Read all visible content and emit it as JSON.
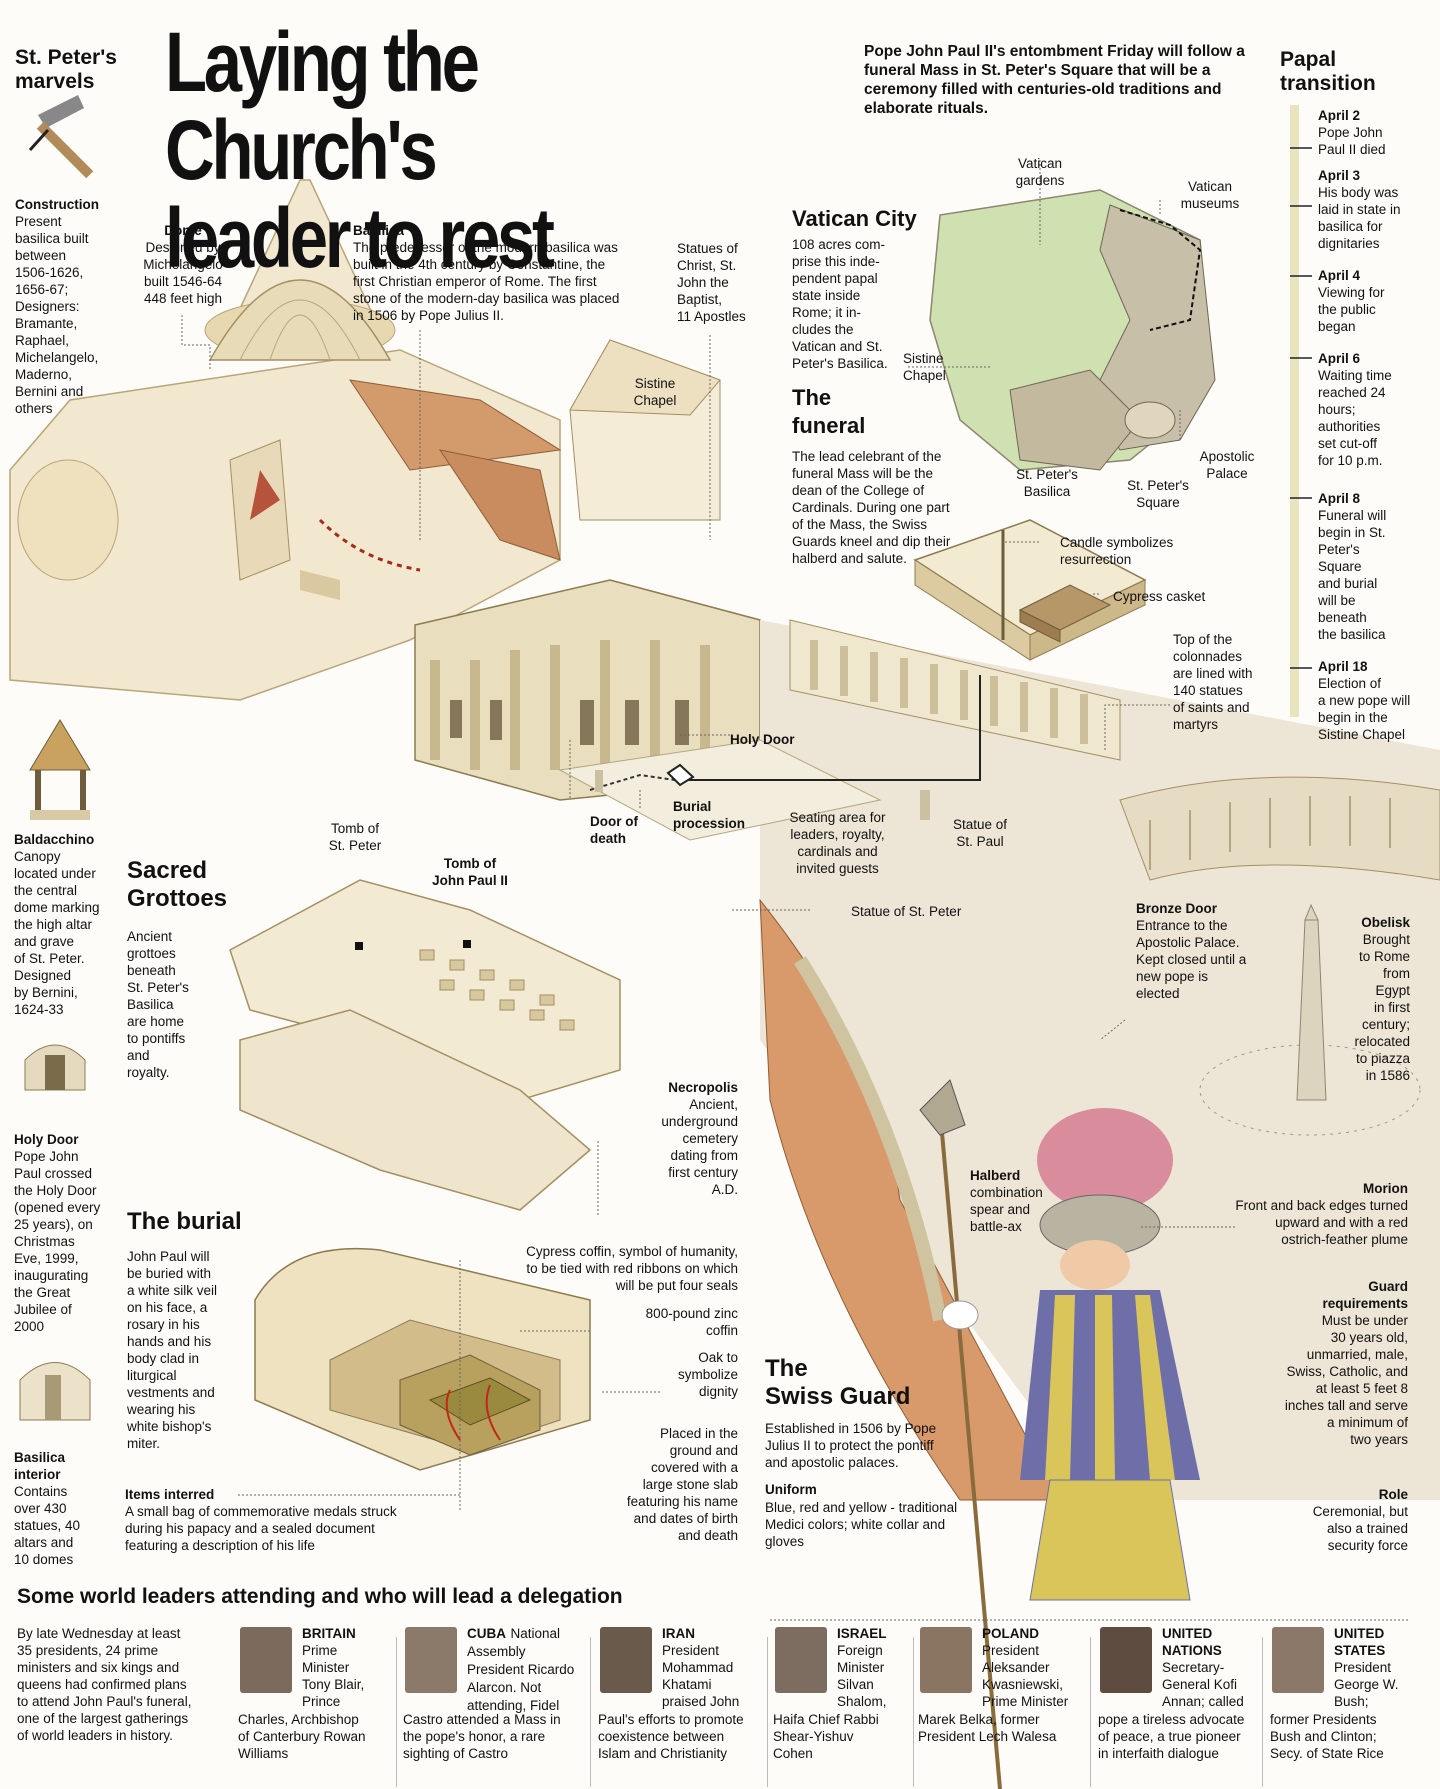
{
  "header": {
    "marvels_title": "St. Peter's\nmarvels",
    "main_title": "Laying the Church's\nleader to rest",
    "intro": "Pope John Paul II's entombment Friday will follow a funeral Mass in St. Peter's Square that will be a ceremony filled with centuries-old traditions and elaborate rituals."
  },
  "marvels": {
    "construction": {
      "title": "Construction",
      "text": "Present\nbasilica built\nbetween\n1506-1626,\n1656-67;\nDesigners:\nBramante,\nRaphael,\nMichelangelo,\nMaderno,\nBernini and\nothers"
    },
    "baldacchino": {
      "title": "Baldacchino",
      "text": "Canopy\nlocated under\nthe central\ndome marking\nthe high altar\nand grave\nof St. Peter.\nDesigned\nby Bernini,\n1624-33"
    },
    "holy_door": {
      "title": "Holy Door",
      "text": "Pope John\nPaul crossed\nthe Holy Door\n(opened every\n25 years), on\nChristmas\nEve, 1999,\ninaugurating\nthe Great\nJubilee of\n2000"
    },
    "basilica_interior": {
      "title": "Basilica\ninterior",
      "text": "Contains\nover 430\nstatues, 40\naltars and\n10 domes"
    }
  },
  "callouts": {
    "dome": {
      "title": "Dome",
      "text": "Designed by\nMichelangelo\nbuilt 1546-64\n448 feet high"
    },
    "basilica": {
      "title": "Basilica",
      "text": "The predecessor of the modern basilica was\nbuilt in the 4th century by Constantine, the\nfirst Christian emperor of Rome. The first\nstone of the modern-day basilica was placed\nin 1506 by Pope Julius II."
    },
    "statues": "Statues of\nChrist, St.\nJohn the\nBaptist,\n11 Apostles",
    "sistine_chapel": "Sistine\nChapel",
    "holy_door": "Holy Door",
    "burial_procession": "Burial\nprocession",
    "door_of_death": "Door of\ndeath",
    "seating": "Seating area for\nleaders, royalty,\ncardinals and\ninvited guests",
    "statue_st_paul": "Statue of\nSt. Paul",
    "statue_st_peter": "Statue of St. Peter",
    "tomb_st_peter": "Tomb of\nSt. Peter",
    "tomb_jp2": "Tomb of\nJohn Paul II",
    "candle": "Candle symbolizes\nresurrection",
    "cypress_casket": "Cypress casket",
    "colonnades": "Top of the\ncolonnades\nare lined with\n140 statues\nof saints and\nmartyrs",
    "bronze_door": {
      "title": "Bronze Door",
      "text": "Entrance to the\nApostolic Palace.\nKept closed until a\nnew pope is\nelected"
    },
    "obelisk": {
      "title": "Obelisk",
      "text": "Brought\nto Rome\nfrom\nEgypt\nin first\ncentury;\nrelocated\nto piazza\nin 1586"
    },
    "necropolis": {
      "title": "Necropolis",
      "text": "Ancient,\nunderground\ncemetery\ndating from\nfirst century\nA.D."
    }
  },
  "vatican": {
    "title": "Vatican City",
    "text": "108 acres com-\nprise this inde-\npendent papal\nstate inside\nRome; it in-\ncludes the\nVatican and St.\nPeter's Basilica.",
    "labels": {
      "gardens": "Vatican\ngardens",
      "museums": "Vatican\nmuseums",
      "sistine": "Sistine\nChapel",
      "apostolic": "Apostolic\nPalace",
      "basilica": "St. Peter's\nBasilica",
      "square": "St. Peter's\nSquare"
    }
  },
  "funeral": {
    "title": "The\nfuneral",
    "text": "The lead celebrant of the\nfuneral Mass will be the\ndean of the College of\nCardinals. During one part\nof the Mass, the Swiss\nGuards kneel and dip their\nhalberd and salute."
  },
  "grottoes": {
    "title": "Sacred\nGrottoes",
    "text": "Ancient\ngrottoes\nbeneath\nSt. Peter's\nBasilica\nare home\nto pontiffs\nand\nroyalty."
  },
  "burial": {
    "title": "The burial",
    "text": "John Paul will\nbe buried with\na white silk veil\non his face, a\nrosary in his\nhands and his\nbody clad in\nliturgical\nvestments and\nwearing his\nwhite bishop's\nmiter.",
    "items_title": "Items interred",
    "items_text": "A small bag of commemorative medals struck\nduring his papacy and a sealed document\nfeaturing a description of his life",
    "cypress_coffin": "Cypress coffin, symbol of humanity,\nto be tied with red ribbons on which\nwill be put four seals",
    "zinc_coffin": "800-pound zinc\ncoffin",
    "oak": "Oak to\nsymbolize\ndignity",
    "placed": "Placed in the\nground and\ncovered with a\nlarge stone slab\nfeaturing his name\nand dates of birth\nand death"
  },
  "swiss_guard": {
    "title": "The\nSwiss Guard",
    "text": "Established in 1506 by Pope\nJulius II to protect the pontiff\nand apostolic palaces.",
    "uniform_title": "Uniform",
    "uniform_text": "Blue, red and yellow - traditional\nMedici colors; white collar and\ngloves",
    "halberd_title": "Halberd",
    "halberd_text": "combination\nspear and\nbattle-ax",
    "morion_title": "Morion",
    "morion_text": "Front and back edges turned\nupward and with a red\nostrich-feather plume",
    "requirements_title": "Guard\nrequirements",
    "requirements_text": "Must be under\n30 years old,\nunmarried, male,\nSwiss, Catholic, and\nat least 5 feet 8\ninches tall and serve\na minimum of\ntwo years",
    "role_title": "Role",
    "role_text": "Ceremonial, but\nalso a trained\nsecurity force"
  },
  "timeline": {
    "title": "Papal\ntransition",
    "events": [
      {
        "date": "April 2",
        "text": "Pope John\nPaul II died"
      },
      {
        "date": "April 3",
        "text": "His body was\nlaid in state in\nbasilica for\ndignitaries"
      },
      {
        "date": "April 4",
        "text": "Viewing for\nthe public\nbegan"
      },
      {
        "date": "April 6",
        "text": "Waiting time\nreached 24\nhours;\nauthorities\nset cut-off\nfor 10 p.m."
      },
      {
        "date": "April 8",
        "text": "Funeral will\nbegin in St.\nPeter's\nSquare\nand burial\nwill be\nbeneath\nthe basilica"
      },
      {
        "date": "April 18",
        "text": "Election of\na new pope will\nbegin in the\nSistine Chapel"
      }
    ]
  },
  "leaders": {
    "title": "Some world leaders attending and who will lead a delegation",
    "intro": "By late Wednesday at least\n35 presidents, 24 prime\nministers and six kings and\nqueens had confirmed plans\nto attend John Paul's funeral,\none of the largest gatherings\nof world leaders in history.",
    "countries": [
      {
        "country": "BRITAIN",
        "side": "Prime\nMinister\nTony Blair,\nPrince",
        "below": "Charles, Archbishop\nof Canterbury Rowan\nWilliams"
      },
      {
        "country": "CUBA",
        "side": "National\nAssembly\nPresident Ricardo\nAlarcon. Not\nattending, Fidel",
        "below": "Castro attended a Mass in\nthe pope's honor, a rare\nsighting of Castro"
      },
      {
        "country": "IRAN",
        "side": "President\nMohammad\nKhatami\npraised John",
        "below": "Paul's efforts to promote\ncoexistence between\nIslam and Christianity"
      },
      {
        "country": "ISRAEL",
        "side": "Foreign\nMinister\nSilvan\nShalom,",
        "below": "Haifa Chief Rabbi\nShear-Yishuv\nCohen"
      },
      {
        "country": "POLAND",
        "side": "President\nAleksander\nKwasniewski,\nPrime Minister",
        "below": "Marek Belka, former\nPresident Lech Walesa"
      },
      {
        "country": "UNITED\nNATIONS",
        "side": "Secretary-\nGeneral Kofi\nAnnan; called",
        "below": "pope a tireless advocate\nof peace, a true pioneer\nin interfaith dialogue"
      },
      {
        "country": "UNITED\nSTATES",
        "side": "President\nGeorge W.\nBush;",
        "below": "former Presidents\nBush and Clinton;\nSecy. of State Rice"
      }
    ]
  },
  "colors": {
    "stone": "#f1e8cf",
    "stone_dark": "#c9b487",
    "roof": "#d39a6c",
    "timeline_bar": "#e9e4be",
    "garden": "#cfe1b0",
    "guard_yellow": "#d9c55a",
    "guard_blue": "#6e6fa8",
    "plume": "#d98d9c",
    "procession": "#a52a1a"
  }
}
